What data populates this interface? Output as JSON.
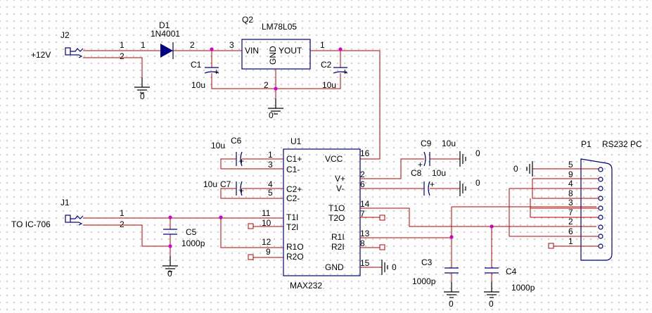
{
  "components": {
    "J2": {
      "ref": "J2",
      "value": "+12V",
      "pins": [
        "1",
        "2"
      ]
    },
    "D1": {
      "ref": "D1",
      "value": "1N4001"
    },
    "Q2": {
      "ref": "Q2",
      "value": "LM78L05",
      "vin": "VIN",
      "vout": "YOUT",
      "gnd": "GND"
    },
    "C1": {
      "ref": "C1",
      "value": "10u"
    },
    "C2": {
      "ref": "C2",
      "value": "10u"
    },
    "U1": {
      "ref": "U1",
      "value": "MAX232",
      "left_pins": [
        {
          "name": "C1+",
          "num": "1"
        },
        {
          "name": "C1-",
          "num": "3"
        },
        {
          "name": "C2+",
          "num": "4"
        },
        {
          "name": "C2-",
          "num": "5"
        },
        {
          "name": "T1I",
          "num": "11"
        },
        {
          "name": "T2I",
          "num": "10"
        },
        {
          "name": "R1O",
          "num": "12"
        },
        {
          "name": "R2O",
          "num": "9"
        }
      ],
      "right_pins": [
        {
          "name": "VCC",
          "num": "16"
        },
        {
          "name": "V+",
          "num": "2"
        },
        {
          "name": "V-",
          "num": "6"
        },
        {
          "name": "T1O",
          "num": "14"
        },
        {
          "name": "T2O",
          "num": "7"
        },
        {
          "name": "R1I",
          "num": "13"
        },
        {
          "name": "R2I",
          "num": "8"
        },
        {
          "name": "GND",
          "num": "15"
        }
      ]
    },
    "C6": {
      "ref": "C6",
      "value": "10u"
    },
    "C7": {
      "ref": "C7",
      "value": "10u"
    },
    "C8": {
      "ref": "C8",
      "value": "10u"
    },
    "C9": {
      "ref": "C9",
      "value": "10u"
    },
    "J1": {
      "ref": "J1",
      "value": "TO IC-706",
      "pins": [
        "1",
        "2"
      ]
    },
    "C5": {
      "ref": "C5",
      "value": "1000p"
    },
    "C3": {
      "ref": "C3",
      "value": "1000p"
    },
    "C4": {
      "ref": "C4",
      "value": "1000p"
    },
    "P1": {
      "ref": "P1",
      "value": "RS232 PC",
      "pins": [
        "5",
        "9",
        "4",
        "8",
        "3",
        "7",
        "2",
        "6",
        "1"
      ]
    }
  },
  "net_labels": {
    "net_1": "1",
    "net_2": "2",
    "net_3": "3",
    "ground": "0"
  },
  "colors": {
    "wire": "#b50000",
    "part": "#000080",
    "junction": "#d400d4"
  }
}
